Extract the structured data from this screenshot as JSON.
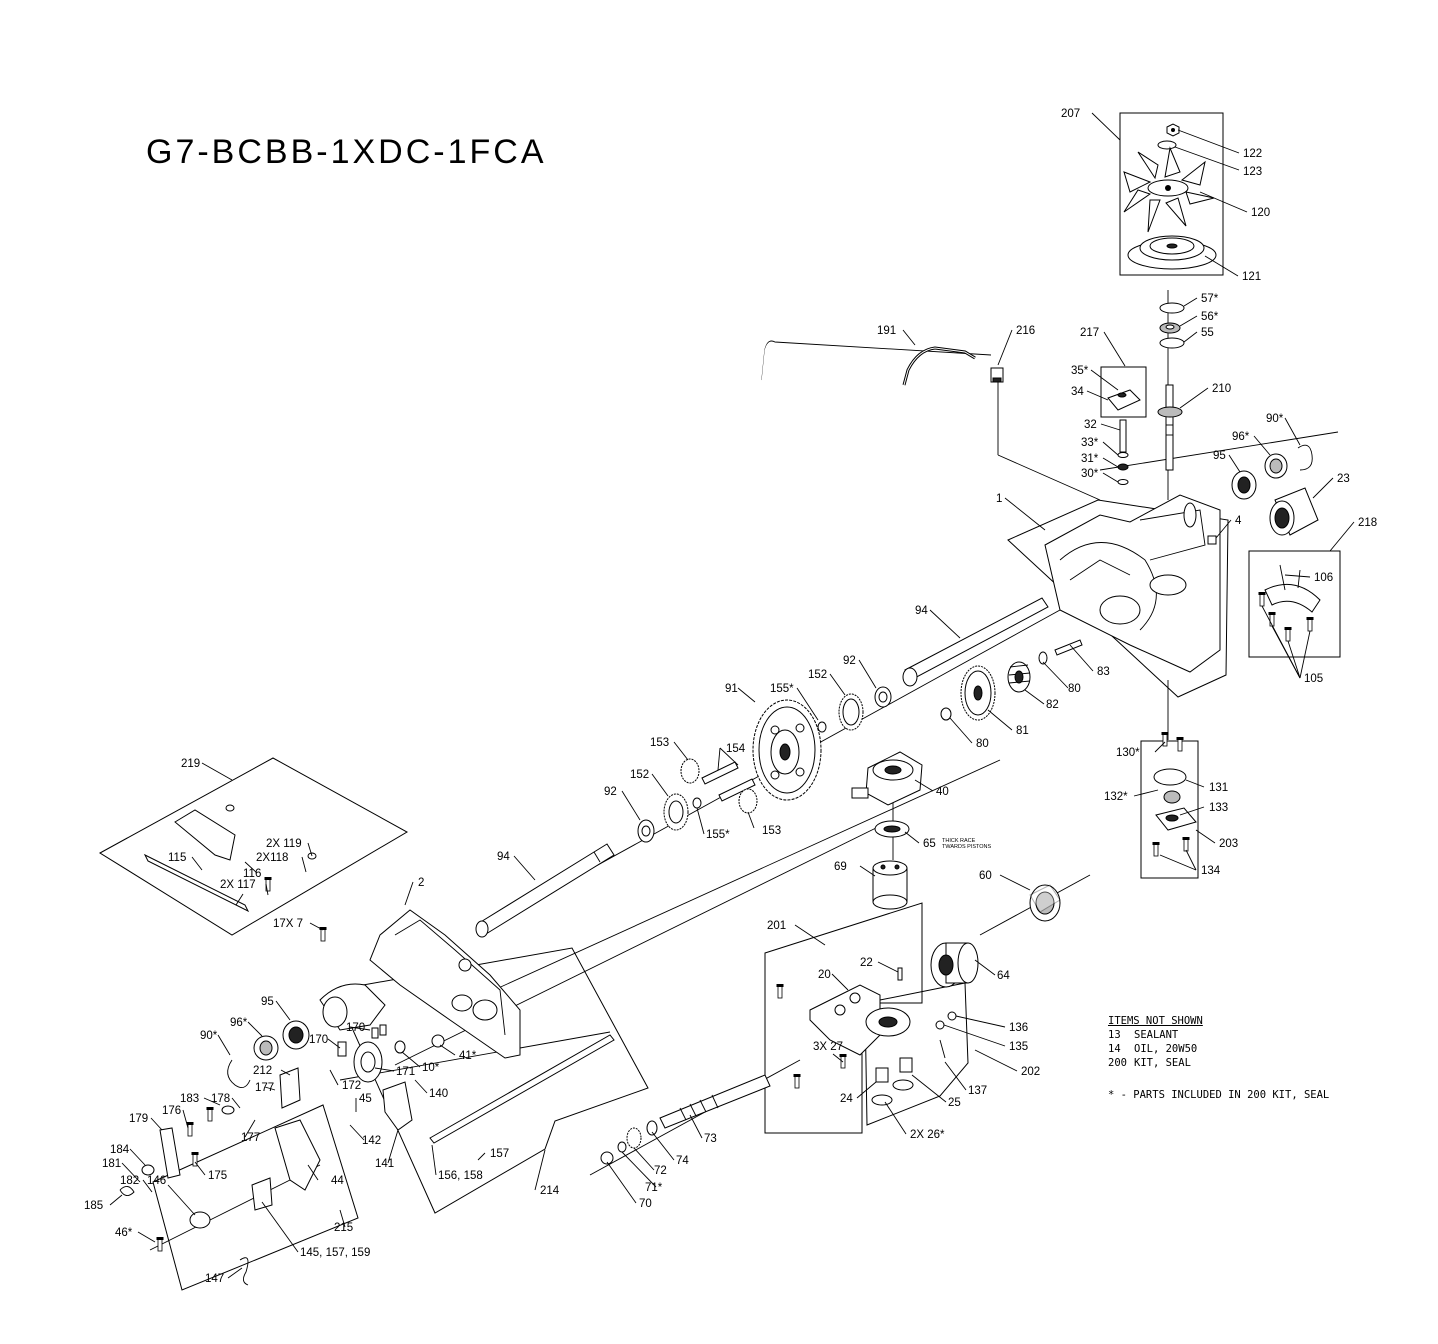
{
  "title": "G7-BCBB-1XDC-1FCA",
  "items_not_shown": {
    "heading": "ITEMS NOT SHOWN",
    "items": [
      {
        "num": "13",
        "desc": "SEALANT"
      },
      {
        "num": "14",
        "desc": "OIL, 20W50"
      },
      {
        "num": "200",
        "desc": "KIT, SEAL"
      }
    ]
  },
  "footnote": "* - PARTS INCLUDED IN 200 KIT, SEAL",
  "annotation": [
    "THICK RACE",
    "TWARDS PISTONS"
  ],
  "callouts": {
    "c207": "207",
    "c122": "122",
    "c123": "123",
    "c120": "120",
    "c121": "121",
    "c57": "57*",
    "c56": "56*",
    "c55": "55",
    "c191": "191",
    "c216": "216",
    "c217": "217",
    "c35": "35*",
    "c34": "34",
    "c210": "210",
    "c32": "32",
    "c33": "33*",
    "c31": "31*",
    "c30": "30*",
    "c90a": "90*",
    "c96a": "96*",
    "c95a": "95",
    "c23": "23",
    "c1": "1",
    "c4": "4",
    "c218": "218",
    "c106": "106",
    "c105": "105",
    "c94a": "94",
    "c92a": "92",
    "c152a": "152",
    "c155a": "155*",
    "c83": "83",
    "c80a": "80",
    "c82": "82",
    "c91": "91",
    "c81": "81",
    "c80b": "80",
    "c130": "130*",
    "c154": "154",
    "c153a": "153",
    "c152b": "152",
    "c92b": "92",
    "c155b": "155*",
    "c153b": "153",
    "c40": "40",
    "c131": "131",
    "c132": "132*",
    "c133": "133",
    "c203": "203",
    "c134": "134",
    "c65": "65",
    "c219": "219",
    "c94b": "94",
    "c69": "69",
    "c60": "60",
    "c2x119": "2X 119",
    "c2x118": "2X118",
    "c115": "115",
    "c116": "116",
    "c2x117": "2X 117",
    "c2": "2",
    "c17x7": "17X 7",
    "c201": "201",
    "c22": "22",
    "c64": "64",
    "c20": "20",
    "c95b": "95",
    "c96b": "96*",
    "c90b": "90*",
    "c170a": "170",
    "c170b": "170",
    "c41": "41*",
    "c136": "136",
    "c135": "135",
    "c3x27": "3X 27",
    "c202": "202",
    "c212": "212",
    "c172": "172",
    "c171": "171",
    "c10": "10*",
    "c177a": "177",
    "c140": "140",
    "c137": "137",
    "c183": "183",
    "c178": "178",
    "c45": "45",
    "c24": "24",
    "c25": "25",
    "c176": "176",
    "c177b": "177",
    "c179": "179",
    "c142": "142",
    "c73": "73",
    "c2x26": "2X 26*",
    "c184": "184",
    "c141": "141",
    "c157": "157",
    "c74": "74",
    "c181": "181",
    "c175": "175",
    "c72": "72",
    "c156": "156, 158",
    "c71": "71*",
    "c44": "44",
    "c182": "182",
    "c146": "146",
    "c214": "214",
    "c185": "185",
    "c70": "70",
    "c215": "215",
    "c46": "46*",
    "c145": "145, 157, 159",
    "c147": "147"
  }
}
